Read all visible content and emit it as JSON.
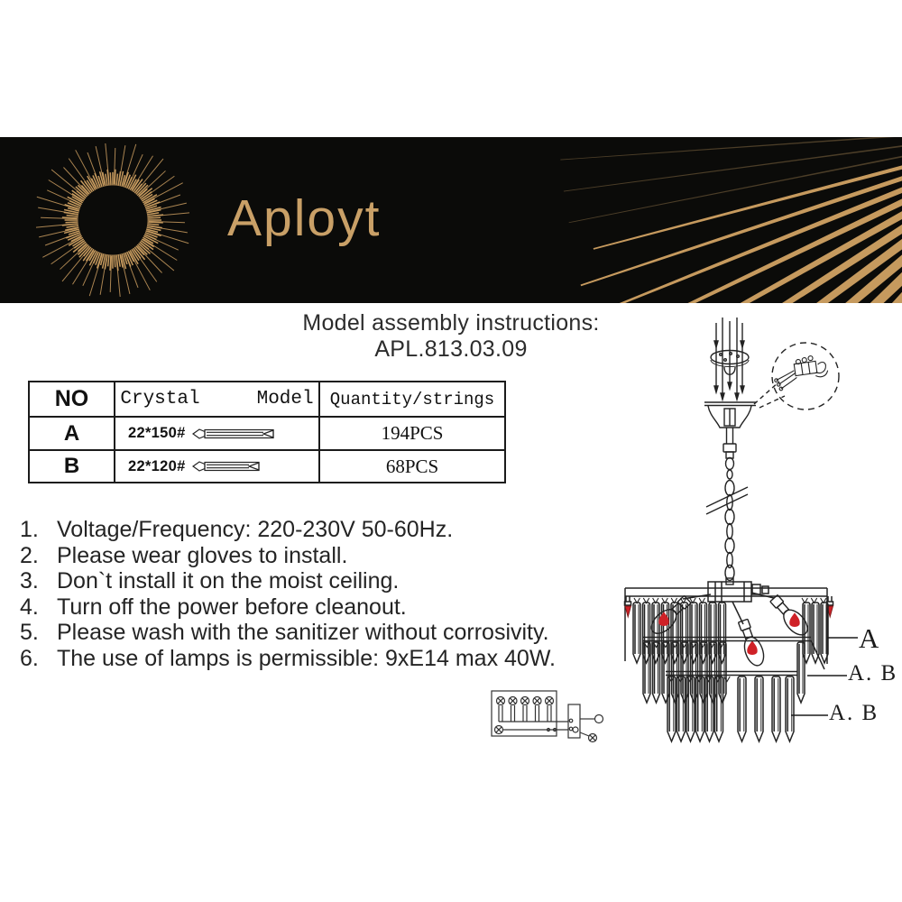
{
  "brand": {
    "name": "Aployt"
  },
  "title": {
    "line1": "Model assembly instructions:",
    "line2": "APL.813.03.09"
  },
  "table": {
    "headers": {
      "no": "NO",
      "model": "Crystal     Model",
      "qty": "Quantity/strings"
    },
    "rows": [
      {
        "no": "A",
        "size": "22*150#",
        "qty": "194PCS"
      },
      {
        "no": "B",
        "size": "22*120#",
        "qty": "68PCS"
      }
    ]
  },
  "instructions": {
    "items": [
      {
        "num": "1.",
        "text": "Voltage/Frequency: 220-230V 50-60Hz."
      },
      {
        "num": "2.",
        "text": "Please wear gloves to install."
      },
      {
        "num": "3.",
        "text": "Don`t install it on the moist ceiling."
      },
      {
        "num": "4.",
        "text": "Turn off the power before cleanout."
      },
      {
        "num": "5.",
        "text": "Please wash with the sanitizer without corrosivity."
      },
      {
        "num": "6.",
        "text": "The use of lamps is permissible: 9xE14 max 40W."
      }
    ]
  },
  "diagram": {
    "labels": [
      "A",
      "A. B",
      "A. B"
    ]
  },
  "colors": {
    "gold": "#c69a5e",
    "red": "#cf2127",
    "ink": "#232323",
    "banner_bg": "#0b0b09"
  }
}
